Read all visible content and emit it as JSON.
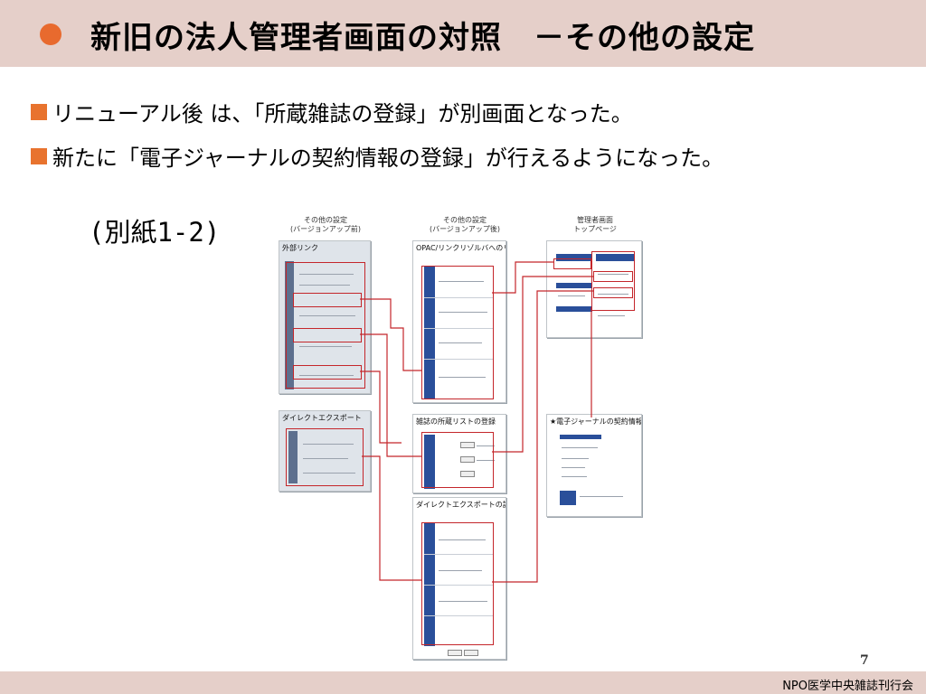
{
  "slide": {
    "title": "新旧の法人管理者画面の対照　－その他の設定",
    "bullets": [
      "リニューアル後 は、「所蔵雑誌の登録」が別画面となった。",
      "新たに「電子ジャーナルの契約情報の登録」が行えるようになった。"
    ],
    "reference": "(別紙1-2)",
    "page_number": "7",
    "footer": "NPO医学中央雑誌刊行会"
  },
  "diagram": {
    "captions": {
      "before": "その他の設定\n(バージョンアップ前)",
      "after": "その他の設定\n(バージョンアップ後)",
      "top": "管理者画面\nトップページ"
    },
    "panels": {
      "external_link": "外部リンク",
      "direct_export_old": "ダイレクトエクスポート",
      "opac_link": "OPAC/リンクリゾルバへのリン",
      "holdings_list": "雑誌の所蔵リストの登録",
      "direct_export_new": "ダイレクトエクスポートの設定",
      "ej_contract": "★電子ジャーナルの契約情報の登録"
    },
    "highlight_color": "#c4262b",
    "accent_color": "#e8732e",
    "header_color": "#e5cfc9"
  }
}
